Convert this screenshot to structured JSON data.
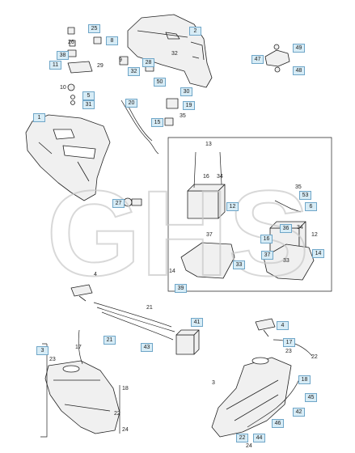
{
  "watermark": {
    "text": "GHS",
    "color": "#c8c8c8"
  },
  "colors": {
    "callout_fill": "#d7ecf6",
    "callout_border": "#6fa6c8",
    "line": "#222222",
    "part_fill": "#f0f0f0"
  },
  "callouts": [
    {
      "id": "c25",
      "text": "25",
      "boxed": true
    },
    {
      "id": "c2",
      "text": "2",
      "boxed": true
    },
    {
      "id": "c26",
      "text": "26",
      "boxed": false
    },
    {
      "id": "c8",
      "text": "8",
      "boxed": true
    },
    {
      "id": "c38",
      "text": "38",
      "boxed": true
    },
    {
      "id": "c32a",
      "text": "32",
      "boxed": false
    },
    {
      "id": "c11",
      "text": "11",
      "boxed": true
    },
    {
      "id": "c29",
      "text": "29",
      "boxed": false
    },
    {
      "id": "c9",
      "text": "9",
      "boxed": false
    },
    {
      "id": "c28",
      "text": "28",
      "boxed": true
    },
    {
      "id": "c32b",
      "text": "32",
      "boxed": true
    },
    {
      "id": "c50",
      "text": "50",
      "boxed": true
    },
    {
      "id": "c49",
      "text": "49",
      "boxed": true
    },
    {
      "id": "c47",
      "text": "47",
      "boxed": true
    },
    {
      "id": "c48",
      "text": "48",
      "boxed": true
    },
    {
      "id": "c10",
      "text": "10",
      "boxed": false
    },
    {
      "id": "c5",
      "text": "5",
      "boxed": true
    },
    {
      "id": "c31",
      "text": "31",
      "boxed": true
    },
    {
      "id": "c30",
      "text": "30",
      "boxed": true
    },
    {
      "id": "c20",
      "text": "20",
      "boxed": true
    },
    {
      "id": "c19",
      "text": "19",
      "boxed": true
    },
    {
      "id": "c35a",
      "text": "35",
      "boxed": false
    },
    {
      "id": "c15",
      "text": "15",
      "boxed": true
    },
    {
      "id": "c1",
      "text": "1",
      "boxed": true
    },
    {
      "id": "c13",
      "text": "13",
      "boxed": false
    },
    {
      "id": "c16a",
      "text": "16",
      "boxed": false
    },
    {
      "id": "c34a",
      "text": "34",
      "boxed": false
    },
    {
      "id": "c35b",
      "text": "35",
      "boxed": false
    },
    {
      "id": "c53",
      "text": "53",
      "boxed": true
    },
    {
      "id": "c6",
      "text": "6",
      "boxed": true
    },
    {
      "id": "c27",
      "text": "27",
      "boxed": true
    },
    {
      "id": "c12a",
      "text": "12",
      "boxed": true
    },
    {
      "id": "c34b",
      "text": "34",
      "boxed": false
    },
    {
      "id": "c16b",
      "text": "16",
      "boxed": true
    },
    {
      "id": "c36",
      "text": "36",
      "boxed": true
    },
    {
      "id": "c12b",
      "text": "12",
      "boxed": false
    },
    {
      "id": "c37a",
      "text": "37",
      "boxed": false
    },
    {
      "id": "c33a",
      "text": "33",
      "boxed": true
    },
    {
      "id": "c37b",
      "text": "37",
      "boxed": true
    },
    {
      "id": "c14a",
      "text": "14",
      "boxed": false
    },
    {
      "id": "c33b",
      "text": "33",
      "boxed": false
    },
    {
      "id": "c14b",
      "text": "14",
      "boxed": true
    },
    {
      "id": "c39",
      "text": "39",
      "boxed": true
    },
    {
      "id": "c4a",
      "text": "4",
      "boxed": false
    },
    {
      "id": "c21a",
      "text": "21",
      "boxed": false
    },
    {
      "id": "c41",
      "text": "41",
      "boxed": true
    },
    {
      "id": "c4b",
      "text": "4",
      "boxed": true
    },
    {
      "id": "c17a",
      "text": "17",
      "boxed": false
    },
    {
      "id": "c21b",
      "text": "21",
      "boxed": true
    },
    {
      "id": "c43",
      "text": "43",
      "boxed": true
    },
    {
      "id": "c17b",
      "text": "17",
      "boxed": true
    },
    {
      "id": "c23a",
      "text": "23",
      "boxed": false
    },
    {
      "id": "c3a",
      "text": "3",
      "boxed": true
    },
    {
      "id": "c23b",
      "text": "23",
      "boxed": false
    },
    {
      "id": "c22a",
      "text": "22",
      "boxed": false
    },
    {
      "id": "c18a",
      "text": "18",
      "boxed": false
    },
    {
      "id": "c22b",
      "text": "22",
      "boxed": false
    },
    {
      "id": "c24a",
      "text": "24",
      "boxed": false
    },
    {
      "id": "c3b",
      "text": "3",
      "boxed": false
    },
    {
      "id": "c18b",
      "text": "18",
      "boxed": true
    },
    {
      "id": "c45",
      "text": "45",
      "boxed": true
    },
    {
      "id": "c42",
      "text": "42",
      "boxed": true
    },
    {
      "id": "c46",
      "text": "46",
      "boxed": true
    },
    {
      "id": "c22c",
      "text": "22",
      "boxed": true
    },
    {
      "id": "c44",
      "text": "44",
      "boxed": true
    },
    {
      "id": "c24b",
      "text": "24",
      "boxed": false
    }
  ]
}
